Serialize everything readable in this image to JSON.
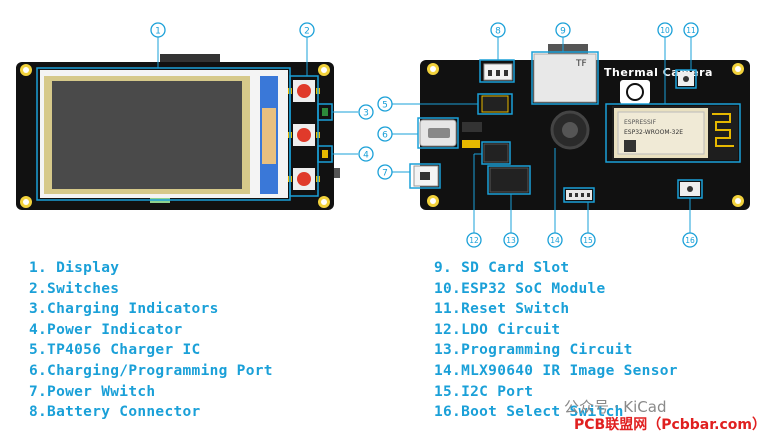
{
  "callout_numbers": [
    "1",
    "2",
    "3",
    "4",
    "5",
    "6",
    "7",
    "8",
    "9",
    "10",
    "11",
    "12",
    "13",
    "14",
    "15",
    "16"
  ],
  "board_text": {
    "title": "Thermal Camera",
    "sd_label": "TF",
    "module_text": "ESP32-WROOM-32E",
    "module_brand": "ESPRESSIF"
  },
  "legend_left": [
    "1. Display",
    "2.Switches",
    "3.Charging Indicators",
    "4.Power Indicator",
    "5.TP4056 Charger IC",
    "6.Charging/Programming Port",
    "7.Power Wwitch",
    "8.Battery Connector"
  ],
  "legend_right": [
    "9. SD Card Slot",
    "10.ESP32 SoC Module",
    "11.Reset Switch",
    "12.LDO Circuit",
    "13.Programming Circuit",
    "14.MLX90640 IR Image Sensor",
    "15.I2C Port",
    "16.Boot Select Switch"
  ],
  "watermark": {
    "line1": "公众号 · KiCad",
    "line2": "PCB联盟网（Pcbbar.com）"
  },
  "colors": {
    "callout": "#1aa0d8",
    "pcb": "#111111",
    "pad": "#e6b800",
    "button": "#e03a2a",
    "screen": "#4a4a4a"
  }
}
